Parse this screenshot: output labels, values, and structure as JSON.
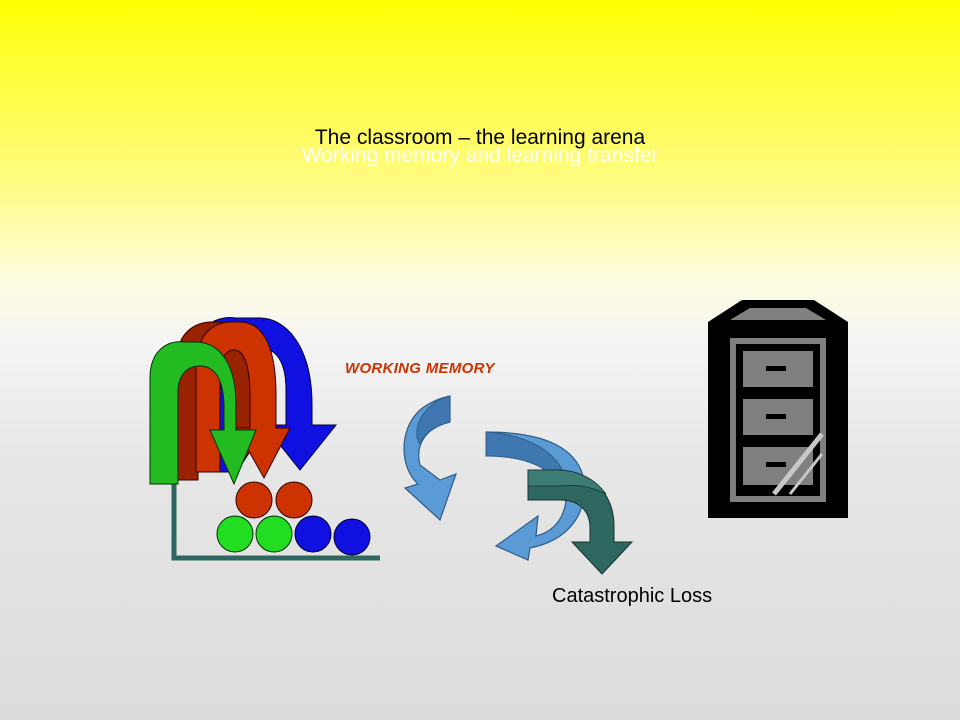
{
  "slide": {
    "title": "The classroom – the learning arena",
    "subtitle": "Working memory and learning transfer",
    "working_memory_label": "WORKING MEMORY",
    "loss_label": "Catastrophic Loss"
  },
  "colors": {
    "background_top": "#ffff00",
    "background_bottom": "#dcdcdc",
    "arrow_blue": "#1010e0",
    "arrow_red": "#cc3300",
    "arrow_green": "#22bb22",
    "ball_red": "#cc3300",
    "ball_green": "#22dd22",
    "ball_blue": "#1010e0",
    "cycle_arrow": "#4a88cc",
    "loss_arrow": "#2e6660",
    "axis": "#2e6660",
    "cabinet": "#000000",
    "cabinet_face": "#7f7f7f"
  },
  "icons": {
    "juggling_arrows": "curved-down-arrows-icon",
    "cycle": "cycle-arrows-icon",
    "loss": "curved-down-arrow-icon",
    "storage": "filing-cabinet-icon"
  }
}
